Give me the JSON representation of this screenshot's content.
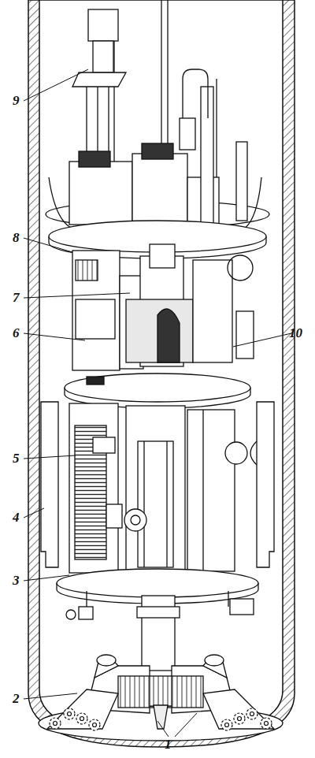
{
  "diagram": {
    "labels": [
      "9",
      "8",
      "7",
      "6",
      "10",
      "5",
      "4",
      "3",
      "2",
      "1"
    ]
  }
}
